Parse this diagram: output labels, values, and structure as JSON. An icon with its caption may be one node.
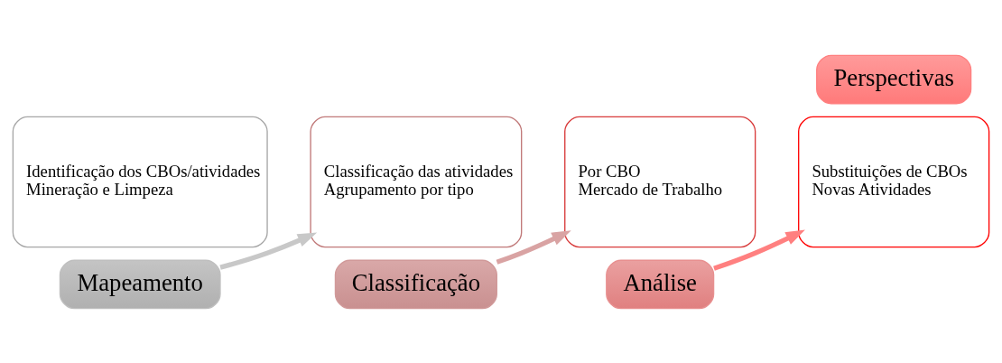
{
  "diagram": {
    "nodes": [
      {
        "text": [
          "Identificação dos CBOs/atividades",
          "Mineração e Limpeza"
        ]
      },
      {
        "text": [
          "Mapeamento"
        ]
      },
      {
        "text": [
          "Classificação"
        ]
      },
      {
        "text": [
          "Classificação das atividades",
          "Agrupamento por tipo"
        ]
      },
      {
        "text": [
          "Por CBO",
          "Mercado de Trabalho"
        ]
      },
      {
        "text": [
          "Análise"
        ]
      },
      {
        "text": [
          "Perspectivas"
        ]
      },
      {
        "text": [
          "Substituições de CBOs",
          "Novas Atividades"
        ]
      }
    ],
    "edges": [
      {
        "from": 1,
        "to": 3,
        "arrow": "to",
        "color": "#c8c8c8"
      },
      {
        "from": 2,
        "to": 4,
        "arrow": "to",
        "color": "#d9a3a3"
      },
      {
        "from": 5,
        "to": 7,
        "arrow": "to",
        "color": "#ff8080"
      }
    ]
  }
}
